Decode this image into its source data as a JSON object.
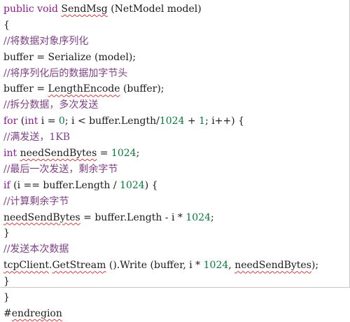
{
  "code": {
    "lines": [
      [
        {
          "t": "public void ",
          "c": "kw"
        },
        {
          "t": "SendMsg",
          "c": "sq"
        },
        {
          "t": " (NetModel model)",
          "c": ""
        }
      ],
      [
        {
          "t": "{",
          "c": ""
        }
      ],
      [
        {
          "t": "//将数据对象序列化",
          "c": "cm"
        }
      ],
      [
        {
          "t": "buffer = Serialize (model);",
          "c": ""
        }
      ],
      [
        {
          "t": "//将序列化后的数据加字节头",
          "c": "cm"
        }
      ],
      [
        {
          "t": "buffer = ",
          "c": ""
        },
        {
          "t": "LengthEncode",
          "c": "sq"
        },
        {
          "t": " (buffer);",
          "c": ""
        }
      ],
      [
        {
          "t": "//拆分数据，多次发送",
          "c": "cm"
        }
      ],
      [
        {
          "t": "for",
          "c": "kw"
        },
        {
          "t": " (",
          "c": ""
        },
        {
          "t": "int",
          "c": "kw"
        },
        {
          "t": " i = ",
          "c": ""
        },
        {
          "t": "0",
          "c": "num"
        },
        {
          "t": "; i < buffer.Length/",
          "c": ""
        },
        {
          "t": "1024",
          "c": "num"
        },
        {
          "t": " + ",
          "c": ""
        },
        {
          "t": "1",
          "c": "num"
        },
        {
          "t": "; i++) {",
          "c": ""
        }
      ],
      [
        {
          "t": "//满发送，1KB",
          "c": "cm"
        }
      ],
      [
        {
          "t": "int",
          "c": "kw"
        },
        {
          "t": " ",
          "c": ""
        },
        {
          "t": "needSendBytes",
          "c": "sq"
        },
        {
          "t": " = ",
          "c": ""
        },
        {
          "t": "1024",
          "c": "num"
        },
        {
          "t": ";",
          "c": ""
        }
      ],
      [
        {
          "t": "//最后一次发送，剩余字节",
          "c": "cm"
        }
      ],
      [
        {
          "t": "if",
          "c": "kw"
        },
        {
          "t": " (i == buffer.Length / ",
          "c": ""
        },
        {
          "t": "1024",
          "c": "num"
        },
        {
          "t": ") {",
          "c": ""
        }
      ],
      [
        {
          "t": "//计算剩余字节",
          "c": "cm"
        }
      ],
      [
        {
          "t": "needSendBytes",
          "c": "sq"
        },
        {
          "t": " = buffer.Length - i * ",
          "c": ""
        },
        {
          "t": "1024",
          "c": "num"
        },
        {
          "t": ";",
          "c": ""
        }
      ],
      [
        {
          "t": "}",
          "c": ""
        }
      ],
      [
        {
          "t": "//发送本次数据",
          "c": "cm"
        }
      ],
      [
        {
          "t": "tcpClient",
          "c": "sq"
        },
        {
          "t": ".",
          "c": ""
        },
        {
          "t": "GetStream",
          "c": "sq"
        },
        {
          "t": " ().Write (buffer, i * ",
          "c": ""
        },
        {
          "t": "1024",
          "c": "num"
        },
        {
          "t": ", ",
          "c": ""
        },
        {
          "t": "needSendBytes",
          "c": "sq"
        },
        {
          "t": ");",
          "c": ""
        }
      ],
      [
        {
          "t": "}",
          "c": ""
        }
      ],
      [
        {
          "t": "}",
          "c": ""
        }
      ],
      [
        {
          "t": "#",
          "c": ""
        },
        {
          "t": "endregion",
          "c": "sq"
        }
      ]
    ]
  },
  "colors": {
    "keyword": "#8b1a8b",
    "number": "#0a7a3a",
    "comment": "#7f3f86",
    "text": "#1a1a1a",
    "spellcheck_underline": "#d23b3b"
  }
}
